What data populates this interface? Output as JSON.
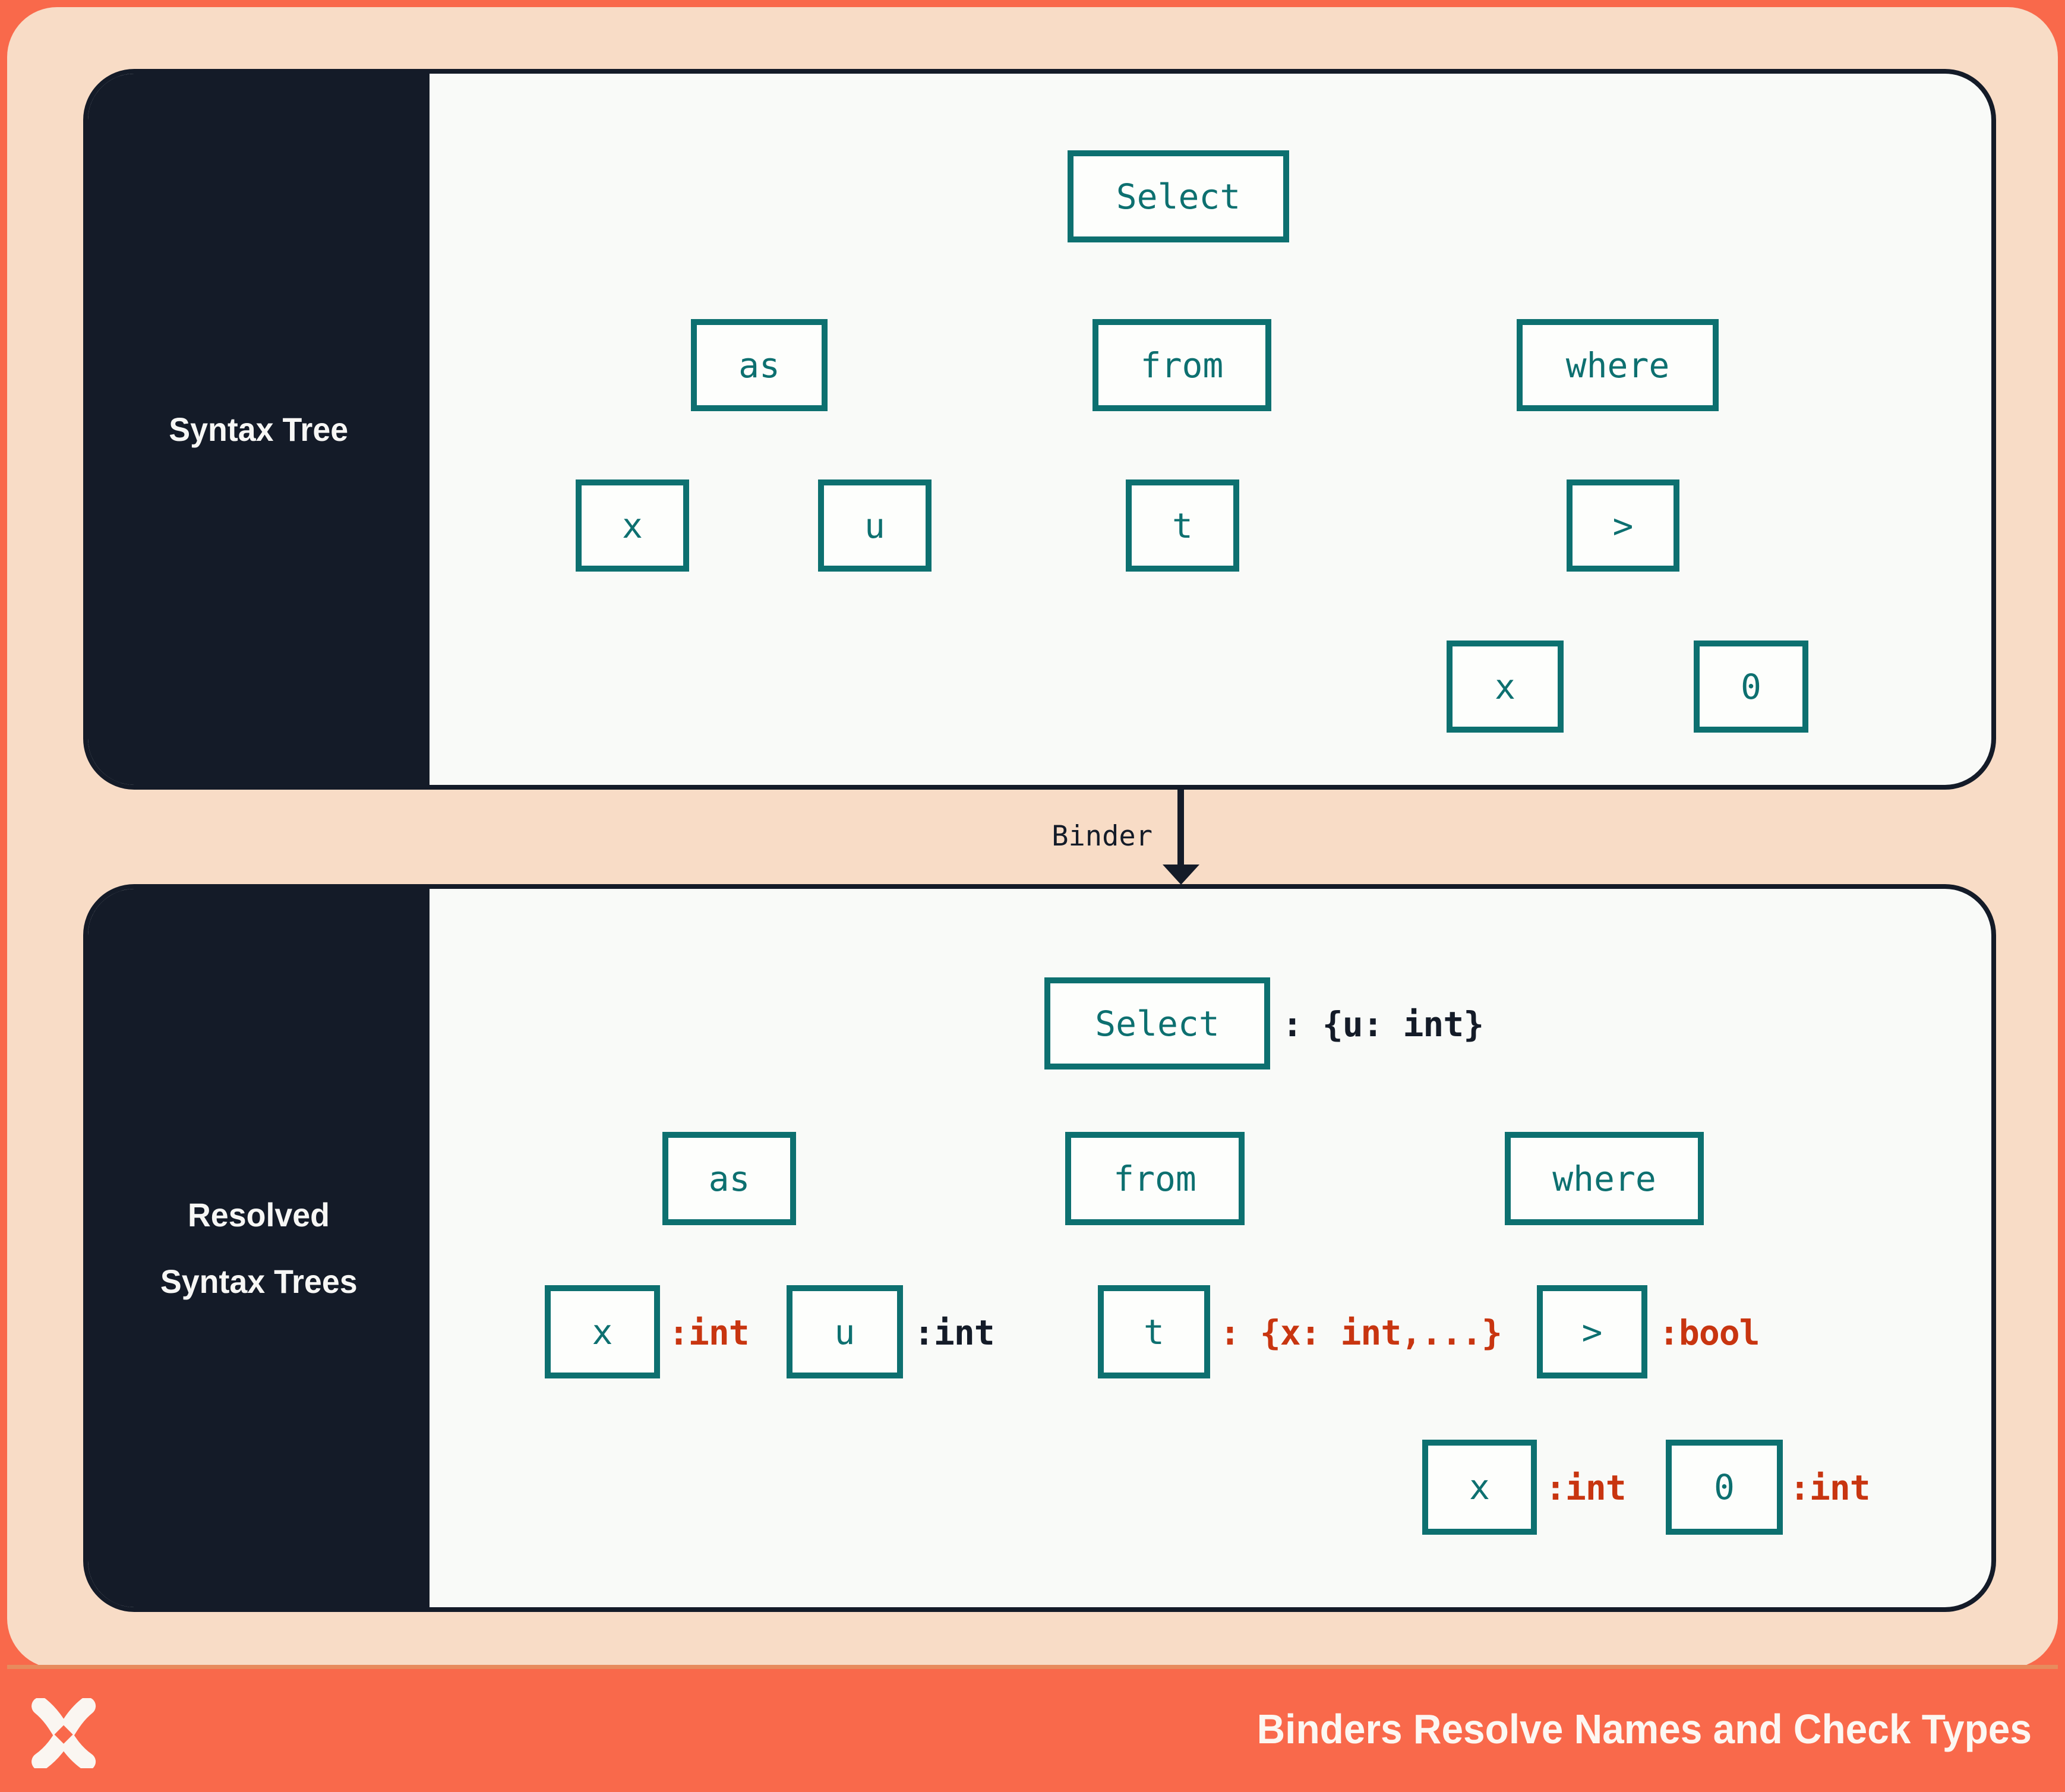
{
  "colors": {
    "frame_orange": "#f9694b",
    "peach_background": "#f8dcc6",
    "panel_background": "#f9faf8",
    "dark_navy": "#141b28",
    "teal": "#0d7070",
    "annotation_red": "#c83510",
    "white_text": "#fcf7f2"
  },
  "panel1": {
    "label": "Syntax Tree"
  },
  "panel2": {
    "label_line1": "Resolved",
    "label_line2": "Syntax Trees"
  },
  "binder": {
    "label": "Binder"
  },
  "footer": {
    "title": "Binders Resolve Names and Check Types",
    "logo": "pinwheel-x-logo"
  },
  "tree1": {
    "nodes": {
      "select": "Select",
      "as": "as",
      "from": "from",
      "where": "where",
      "x_alias": "x",
      "u": "u",
      "t": "t",
      "gt": ">",
      "x_cmp": "x",
      "zero": "0"
    }
  },
  "tree2": {
    "nodes": {
      "select": "Select",
      "as": "as",
      "from": "from",
      "where": "where",
      "x_alias": "x",
      "u": "u",
      "t": "t",
      "gt": ">",
      "x_cmp": "x",
      "zero": "0"
    },
    "annotations": {
      "select": ": {u: int}",
      "x_alias": ":int",
      "u": ":int",
      "t": ": {x: int,...}",
      "gt": ":bool",
      "x_cmp": ":int",
      "zero": ":int"
    }
  }
}
